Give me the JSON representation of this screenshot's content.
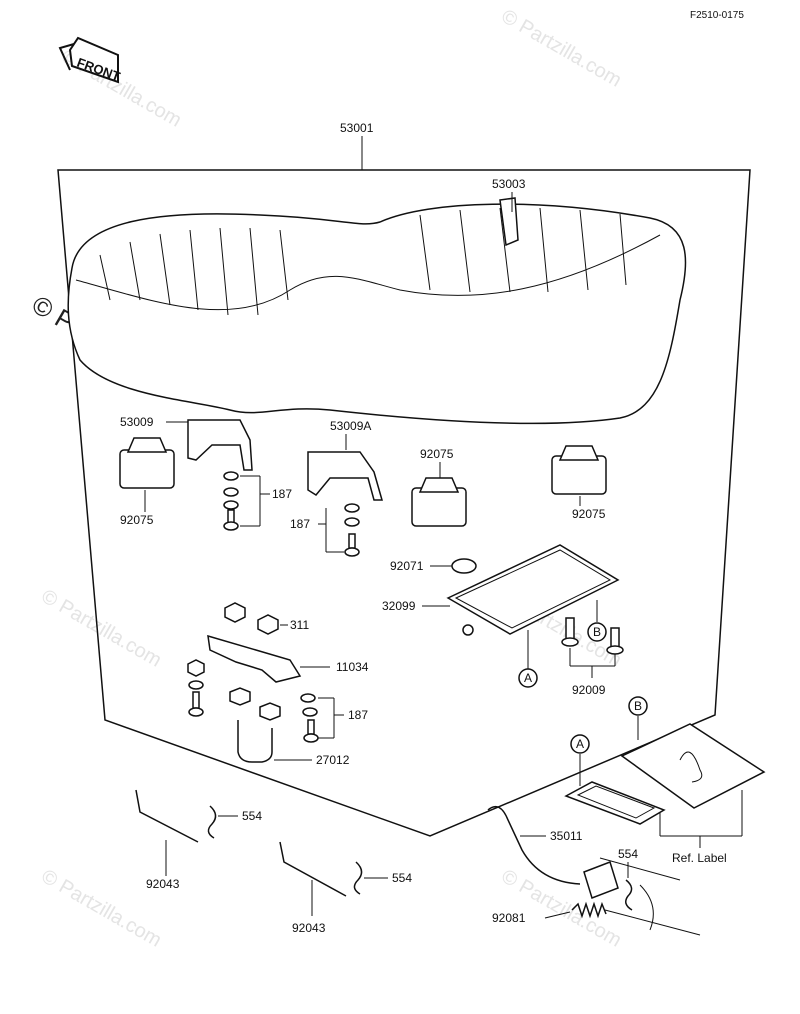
{
  "figure_code": "F2510-0175",
  "front_label": "FRONT",
  "watermark": "© Partzilla.com",
  "ref_label": "Ref. Label",
  "callouts": {
    "seat": "53001",
    "strap": "53003",
    "hinge_left": "53009",
    "hinge_right": "53009A",
    "cushion_1": "92075",
    "cushion_2": "92075",
    "cushion_3": "92075",
    "washer_1": "187",
    "washer_2": "187",
    "washer_3": "187",
    "grommet": "92071",
    "tray": "32099",
    "nut": "311",
    "bracket": "11034",
    "u_bolt": "27012",
    "bolt": "92009",
    "hook": "35011",
    "clip_1": "554",
    "clip_2": "554",
    "clip_3": "554",
    "rod_1": "92043",
    "rod_2": "92043",
    "spring": "92081",
    "ref_a": "A",
    "ref_b": "B",
    "ref_a2": "A",
    "ref_b2": "B"
  }
}
